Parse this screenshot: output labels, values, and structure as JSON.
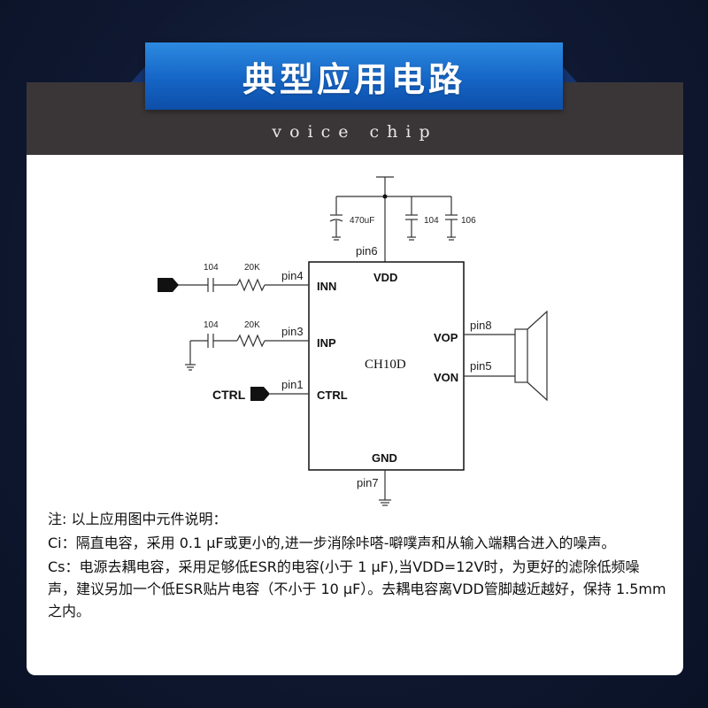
{
  "header": {
    "title": "典型应用电路",
    "subtitle": "voice chip"
  },
  "circuit": {
    "chip_label": "CH10D",
    "pins": {
      "vdd": "VDD",
      "gnd": "GND",
      "inn": "INN",
      "inp": "INP",
      "ctrl": "CTRL",
      "vop": "VOP",
      "von": "VON"
    },
    "pin_numbers": {
      "pin6": "pin6",
      "pin7": "pin7",
      "pin4": "pin4",
      "pin3": "pin3",
      "pin1": "pin1",
      "pin8": "pin8",
      "pin5": "pin5"
    },
    "components": {
      "cap_470": "470uF",
      "cap_104_vdd": "104",
      "cap_106": "106",
      "cap_104_inn": "104",
      "res_20k_inn": "20K",
      "cap_104_inp": "104",
      "res_20k_inp": "20K"
    },
    "ctrl_label": "CTRL"
  },
  "notes": {
    "heading": "注: 以上应用图中元件说明：",
    "ci": "Ci：隔直电容，采用 0.1 μF或更小的,进一步消除咔嗒-噼噗声和从输入端耦合进入的噪声。",
    "cs": "Cs：电源去耦电容，采用足够低ESR的电容(小于 1 μF),当VDD=12V时，为更好的滤除低频噪声，建议另加一个低ESR贴片电容（不小于 10 μF）。去耦电容离VDD管脚越近越好，保持 1.5mm之内。"
  }
}
